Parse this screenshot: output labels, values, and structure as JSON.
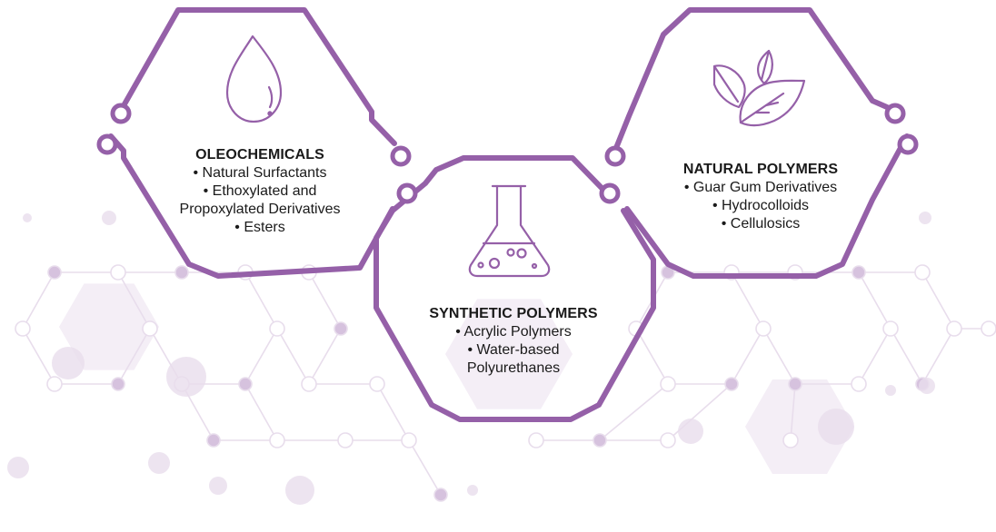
{
  "colors": {
    "frame": "#9560A8",
    "background_motif_light": "#E8DDEC",
    "background_motif_medium": "#D6C2DE",
    "text": "#1A1A1A"
  },
  "cards": [
    {
      "icon": "droplet-icon",
      "title": "OLEOCHEMICALS",
      "items": [
        "• Natural Surfactants",
        "• Ethoxylated and",
        "Propoxylated Derivatives",
        "• Esters"
      ]
    },
    {
      "icon": "flask-icon",
      "title": "SYNTHETIC POLYMERS",
      "items": [
        "• Acrylic Polymers",
        "• Water-based",
        "Polyurethanes"
      ]
    },
    {
      "icon": "leaves-icon",
      "title": "NATURAL POLYMERS",
      "items": [
        "• Guar Gum Derivatives",
        "• Hydrocolloids",
        "• Cellulosics"
      ]
    }
  ]
}
